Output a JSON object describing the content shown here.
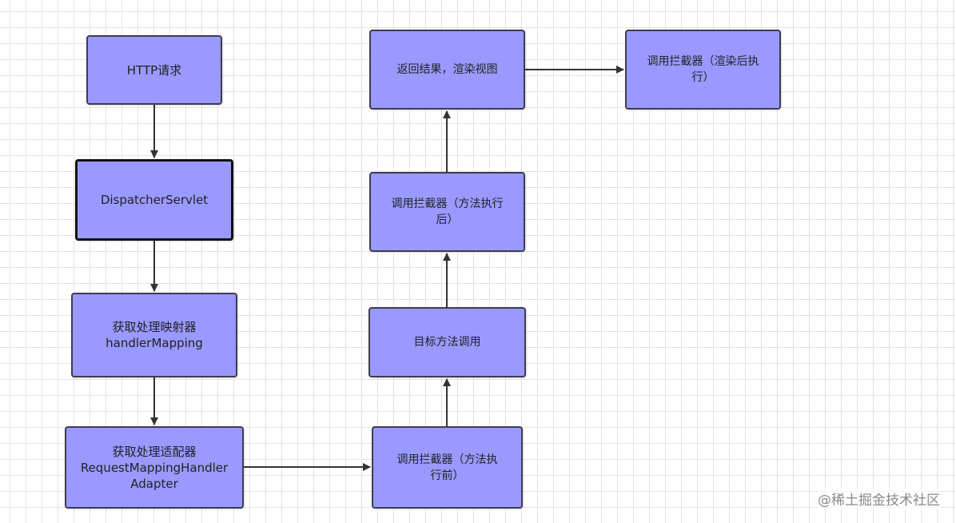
{
  "nodes": {
    "http_request": "HTTP请求",
    "dispatcher_servlet": "DispatcherServlet",
    "handler_mapping": "获取处理映射器\nhandlerMapping",
    "handler_adapter": "获取处理适配器\nRequestMappingHandler\nAdapter",
    "pre_interceptor": "调用拦截器（方法执\n行前）",
    "target_method": "目标方法调用",
    "post_interceptor": "调用拦截器（方法执行\n后）",
    "render_view": "返回结果，渲染视图",
    "after_render_interceptor": "调用拦截器（渲染后执\n行）"
  },
  "watermark": "@稀土掘金技术社区",
  "colors": {
    "node_fill": "#9999ff",
    "node_border": "#3d3d4f",
    "edge": "#333333",
    "grid": "#e3e3e3"
  }
}
